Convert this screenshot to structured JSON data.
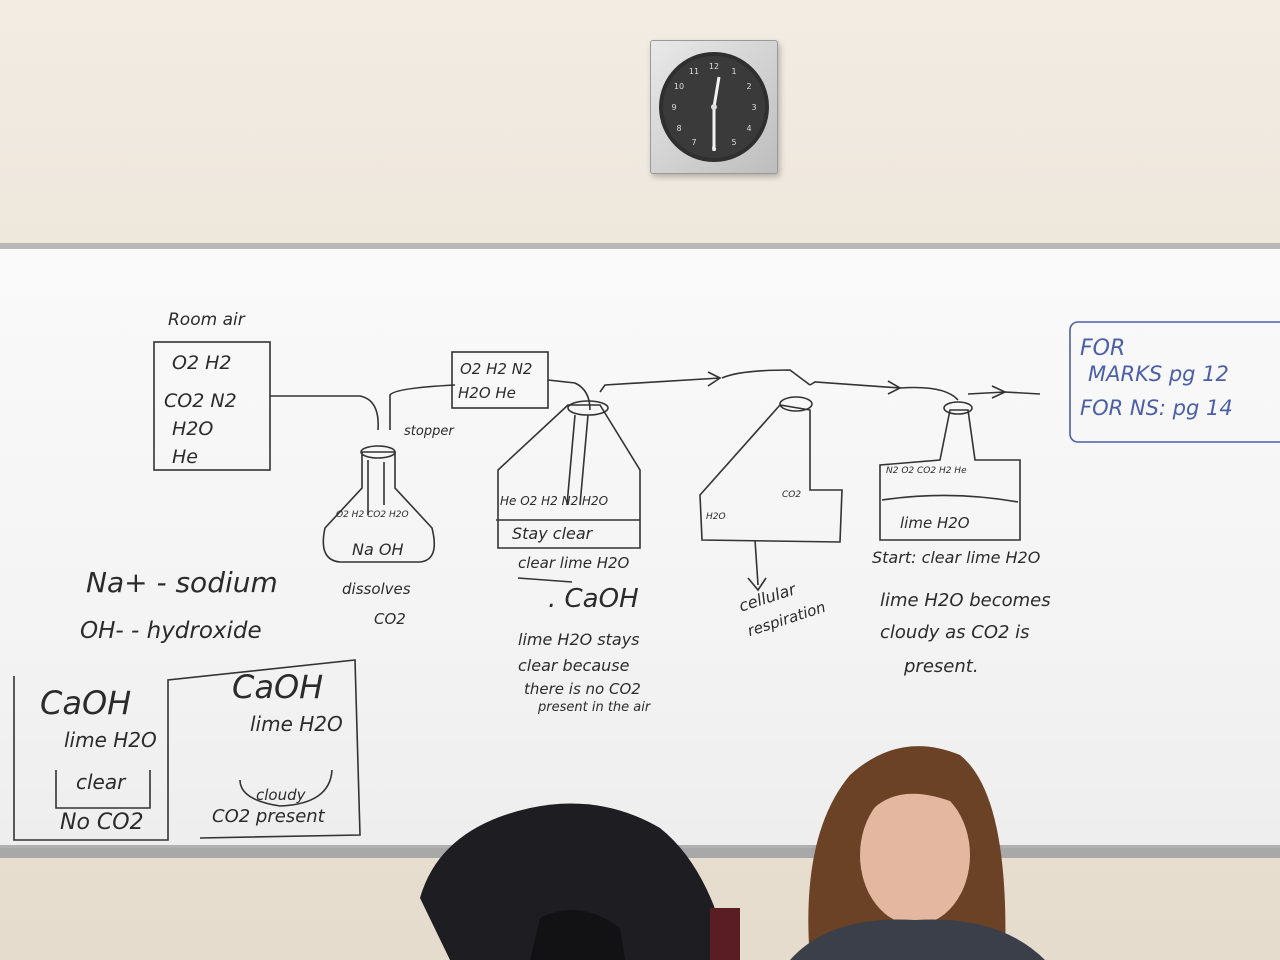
{
  "clock": {
    "numbers": [
      "12",
      "1",
      "2",
      "3",
      "4",
      "5",
      "6",
      "7",
      "8",
      "9",
      "10",
      "11"
    ]
  },
  "board": {
    "room_air_label": "Room air",
    "box1": [
      "O2  H2",
      "CO2  N2",
      "H2O",
      "He"
    ],
    "stopper": "stopper",
    "box2": [
      "O2 H2 N2",
      "H2O He"
    ],
    "flask1_label": "Na OH",
    "flask1_gas": "O2  H2  CO2  H2O",
    "dissolves": "dissolves",
    "co2": "CO2",
    "flask2_gas": "He O2 H2 N2 H2O",
    "stay_clear": "Stay clear",
    "clear_lime": "clear lime H2O",
    "caoh": ". CaOH",
    "lime_stays": "lime H2O stays",
    "clear_because": "clear because",
    "there_is_no": "there is no CO2",
    "present_air": "present in the air",
    "cellular": "cellular",
    "respiration": "respiration",
    "h2o_small": "H2O",
    "co2_small": "CO2",
    "flask4_gas": "N2  O2  CO2  H2  He",
    "lime_h2o": "lime H2O",
    "start_clear": "Start: clear lime H2O",
    "lime_becomes": "lime H2O becomes",
    "cloudy_as": "cloudy as CO2 is",
    "present": "present.",
    "na_sodium": "Na+ - sodium",
    "oh_hydroxide": "OH- - hydroxide",
    "left_caoh": "CaOH",
    "left_lime": "lime H2O",
    "left_clear": "clear",
    "left_no_co2": "No CO2",
    "right_caoh": "CaOH",
    "right_lime": "lime H2O",
    "right_cloudy": "cloudy",
    "right_co2_present": "CO2 present",
    "for_marks": "FOR",
    "marks_pg": "MARKS pg 12",
    "for_ns": "FOR NS: pg 14"
  },
  "colors": {
    "marker_black": "#2b2b2b",
    "marker_blue": "#4a5fa8",
    "wall": "#efe7dc",
    "board": "#f7f7f7"
  }
}
